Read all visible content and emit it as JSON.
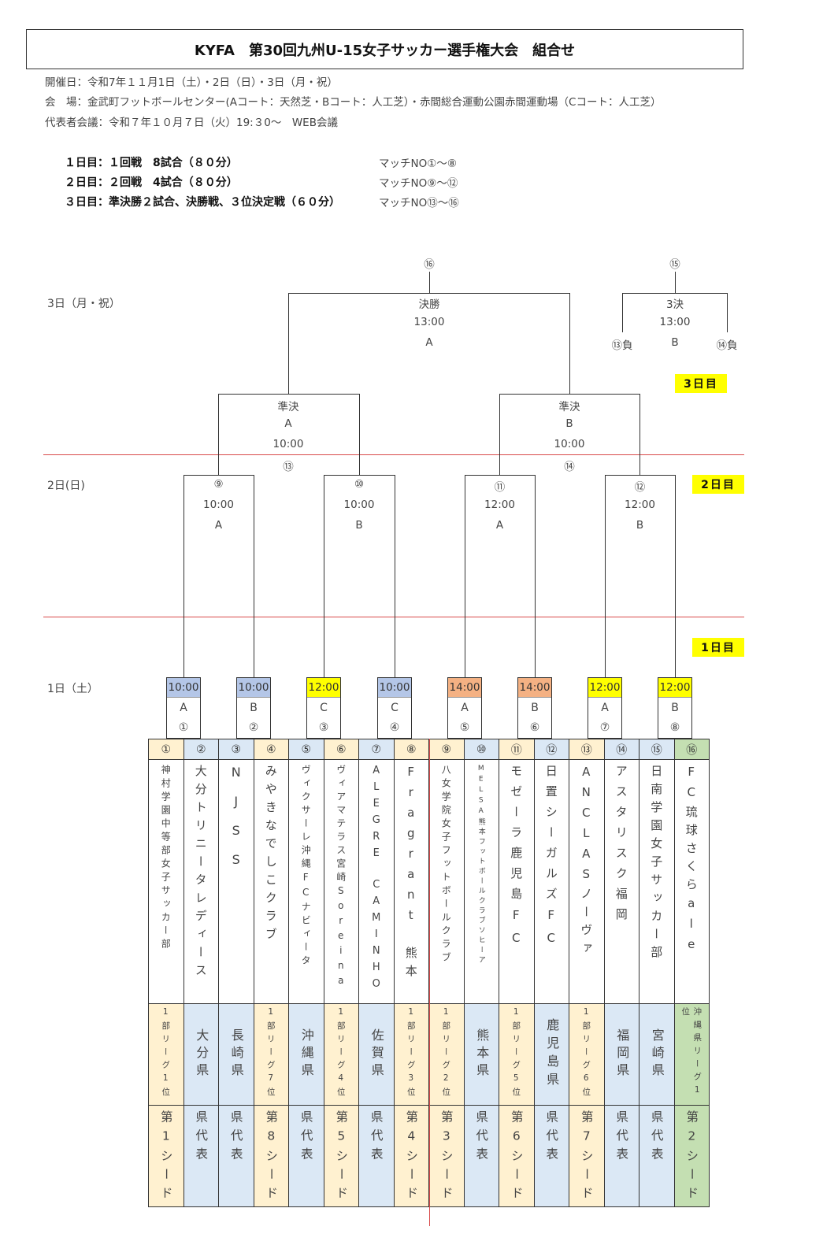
{
  "header": {
    "title": "KYFA　第30回九州U-15女子サッカー選手権大会　組合せ",
    "dates": "開催日：令和7年１１月1日（土）・2日（日）・3日（月・祝）",
    "venue": "会　場：金武町フットボールセンター(Aコート：天然芝・Bコート：人工芝）・赤間総合運動公園赤間運動場（Cコート：人工芝）",
    "meeting": "代表者会議：令和７年１０月７日（火）19:３0～　WEB会議"
  },
  "schedule": [
    {
      "text": "１日目：１回戦　8試合（８０分）",
      "matches": "マッチNO①～⑧"
    },
    {
      "text": "２日目：２回戦　4試合（８０分）",
      "matches": "マッチNO⑨～⑫"
    },
    {
      "text": "３日目：準決勝２試合、決勝戦、３位決定戦（６０分）",
      "matches": "マッチNO⑬～⑯"
    }
  ],
  "days": {
    "day3_label": "3日（月・祝）",
    "day2_label": "2日(日)",
    "day1_label": "1日（土）",
    "day3_badge": "3日目",
    "day2_badge": "2日目",
    "day1_badge": "1日目"
  },
  "final": {
    "no": "⑯",
    "name": "決勝",
    "time": "13:00",
    "court": "A"
  },
  "third_place": {
    "no": "⑮",
    "name": "3決",
    "time": "13:00",
    "court": "B",
    "left": "⑬負",
    "right": "⑭負"
  },
  "semis": [
    {
      "name": "準決",
      "court": "A",
      "time": "10:00",
      "no": "⑬"
    },
    {
      "name": "準決",
      "court": "B",
      "time": "10:00",
      "no": "⑭"
    }
  ],
  "round2": [
    {
      "no": "⑨",
      "time": "10:00",
      "court": "A"
    },
    {
      "no": "⑩",
      "time": "10:00",
      "court": "B"
    },
    {
      "no": "⑪",
      "time": "12:00",
      "court": "A"
    },
    {
      "no": "⑫",
      "time": "12:00",
      "court": "B"
    }
  ],
  "round1": [
    {
      "time": "10:00",
      "court": "A",
      "no": "①",
      "color": "#b4c6e7"
    },
    {
      "time": "10:00",
      "court": "B",
      "no": "②",
      "color": "#b4c6e7"
    },
    {
      "time": "12:00",
      "court": "C",
      "no": "③",
      "color": "#ffff00"
    },
    {
      "time": "10:00",
      "court": "C",
      "no": "④",
      "color": "#b4c6e7"
    },
    {
      "time": "14:00",
      "court": "A",
      "no": "⑤",
      "color": "#f4b183"
    },
    {
      "time": "14:00",
      "court": "B",
      "no": "⑥",
      "color": "#f4b183"
    },
    {
      "time": "12:00",
      "court": "A",
      "no": "⑦",
      "color": "#ffff00"
    },
    {
      "time": "12:00",
      "court": "B",
      "no": "⑧",
      "color": "#ffff00"
    }
  ],
  "teams": [
    {
      "no": "①",
      "name": "神村学園中等部女子サッカー部",
      "region": "1部リーグ1位",
      "seed": "第1シード",
      "type": "seeded"
    },
    {
      "no": "②",
      "name": "大分トリニータレディース",
      "region": "大分県",
      "seed": "県代表",
      "type": "rep"
    },
    {
      "no": "③",
      "name": "NJSS",
      "region": "長崎県",
      "seed": "県代表",
      "type": "rep"
    },
    {
      "no": "④",
      "name": "みやきなでしこクラブ",
      "region": "1部リーグ7位",
      "seed": "第8シード",
      "type": "seeded"
    },
    {
      "no": "⑤",
      "name": "ヴィクサーレ沖縄FCナビィータ",
      "region": "沖縄県",
      "seed": "県代表",
      "type": "rep"
    },
    {
      "no": "⑥",
      "name": "ヴィアマテラス宮崎Soreina",
      "region": "1部リーグ4位",
      "seed": "第5シード",
      "type": "seeded"
    },
    {
      "no": "⑦",
      "name": "ALEGRE　CAMINHO",
      "region": "佐賀県",
      "seed": "県代表",
      "type": "rep"
    },
    {
      "no": "⑧",
      "name": "Fragrant　熊本",
      "region": "1部リーグ3位",
      "seed": "第4シード",
      "type": "seeded"
    },
    {
      "no": "⑨",
      "name": "八女学院女子フットボールクラブ",
      "region": "1部リーグ2位",
      "seed": "第3シード",
      "type": "seeded"
    },
    {
      "no": "⑩",
      "name": "MELSA熊本フットボールクラブソヒーア",
      "region": "熊本県",
      "seed": "県代表",
      "type": "rep"
    },
    {
      "no": "⑪",
      "name": "モゼーラ鹿児島FC",
      "region": "1部リーグ5位",
      "seed": "第6シード",
      "type": "seeded"
    },
    {
      "no": "⑫",
      "name": "日置シーガルズFC",
      "region": "鹿児島県",
      "seed": "県代表",
      "type": "rep"
    },
    {
      "no": "⑬",
      "name": "ANCLASノーヴァ",
      "region": "1部リーグ6位",
      "seed": "第7シード",
      "type": "seeded"
    },
    {
      "no": "⑭",
      "name": "アスタリスク福岡",
      "region": "福岡県",
      "seed": "県代表",
      "type": "rep"
    },
    {
      "no": "⑮",
      "name": "日南学園女子サッカー部",
      "region": "宮崎県",
      "seed": "県代表",
      "type": "rep"
    },
    {
      "no": "⑯",
      "name": "FC琉球さくらale",
      "region": "沖縄県リーグ1位",
      "seed": "第2シード",
      "type": "champ"
    }
  ]
}
